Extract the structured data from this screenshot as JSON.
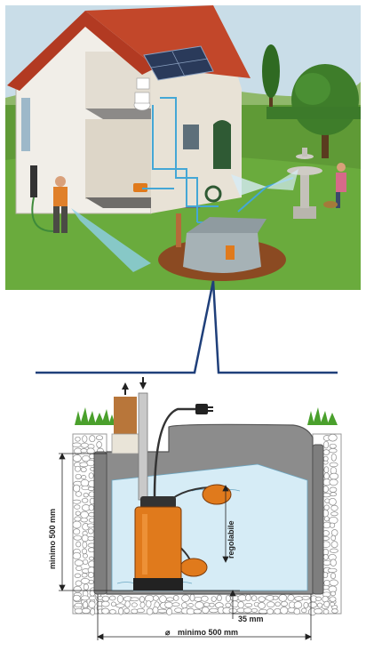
{
  "labels": {
    "min_height": "minimo 500 mm",
    "adjustable": "regolabile",
    "clearance": "35 mm",
    "min_diameter": "minimo 500 mm",
    "diameter_symbol": "⌀"
  },
  "colors": {
    "sky": "#c9dde8",
    "grass": "#5f9a36",
    "house_wall": "#f1eee8",
    "roof": "#c2472a",
    "water": "#d6ecf6",
    "tank": "#8c8c8c",
    "pump_orange": "#e07a1c",
    "pipe_blue": "#44a7d6",
    "connector_line": "#1f3f7a"
  },
  "icons": [
    "house-illustration",
    "solar-panel-icon",
    "toilet-icon",
    "tree-icon",
    "fountain-icon",
    "sprinkler-icon",
    "gardener-figure",
    "woman-with-dog-figure",
    "pump-icon",
    "float-switch-icon",
    "plug-icon",
    "arrow-up-icon",
    "arrow-down-icon"
  ]
}
